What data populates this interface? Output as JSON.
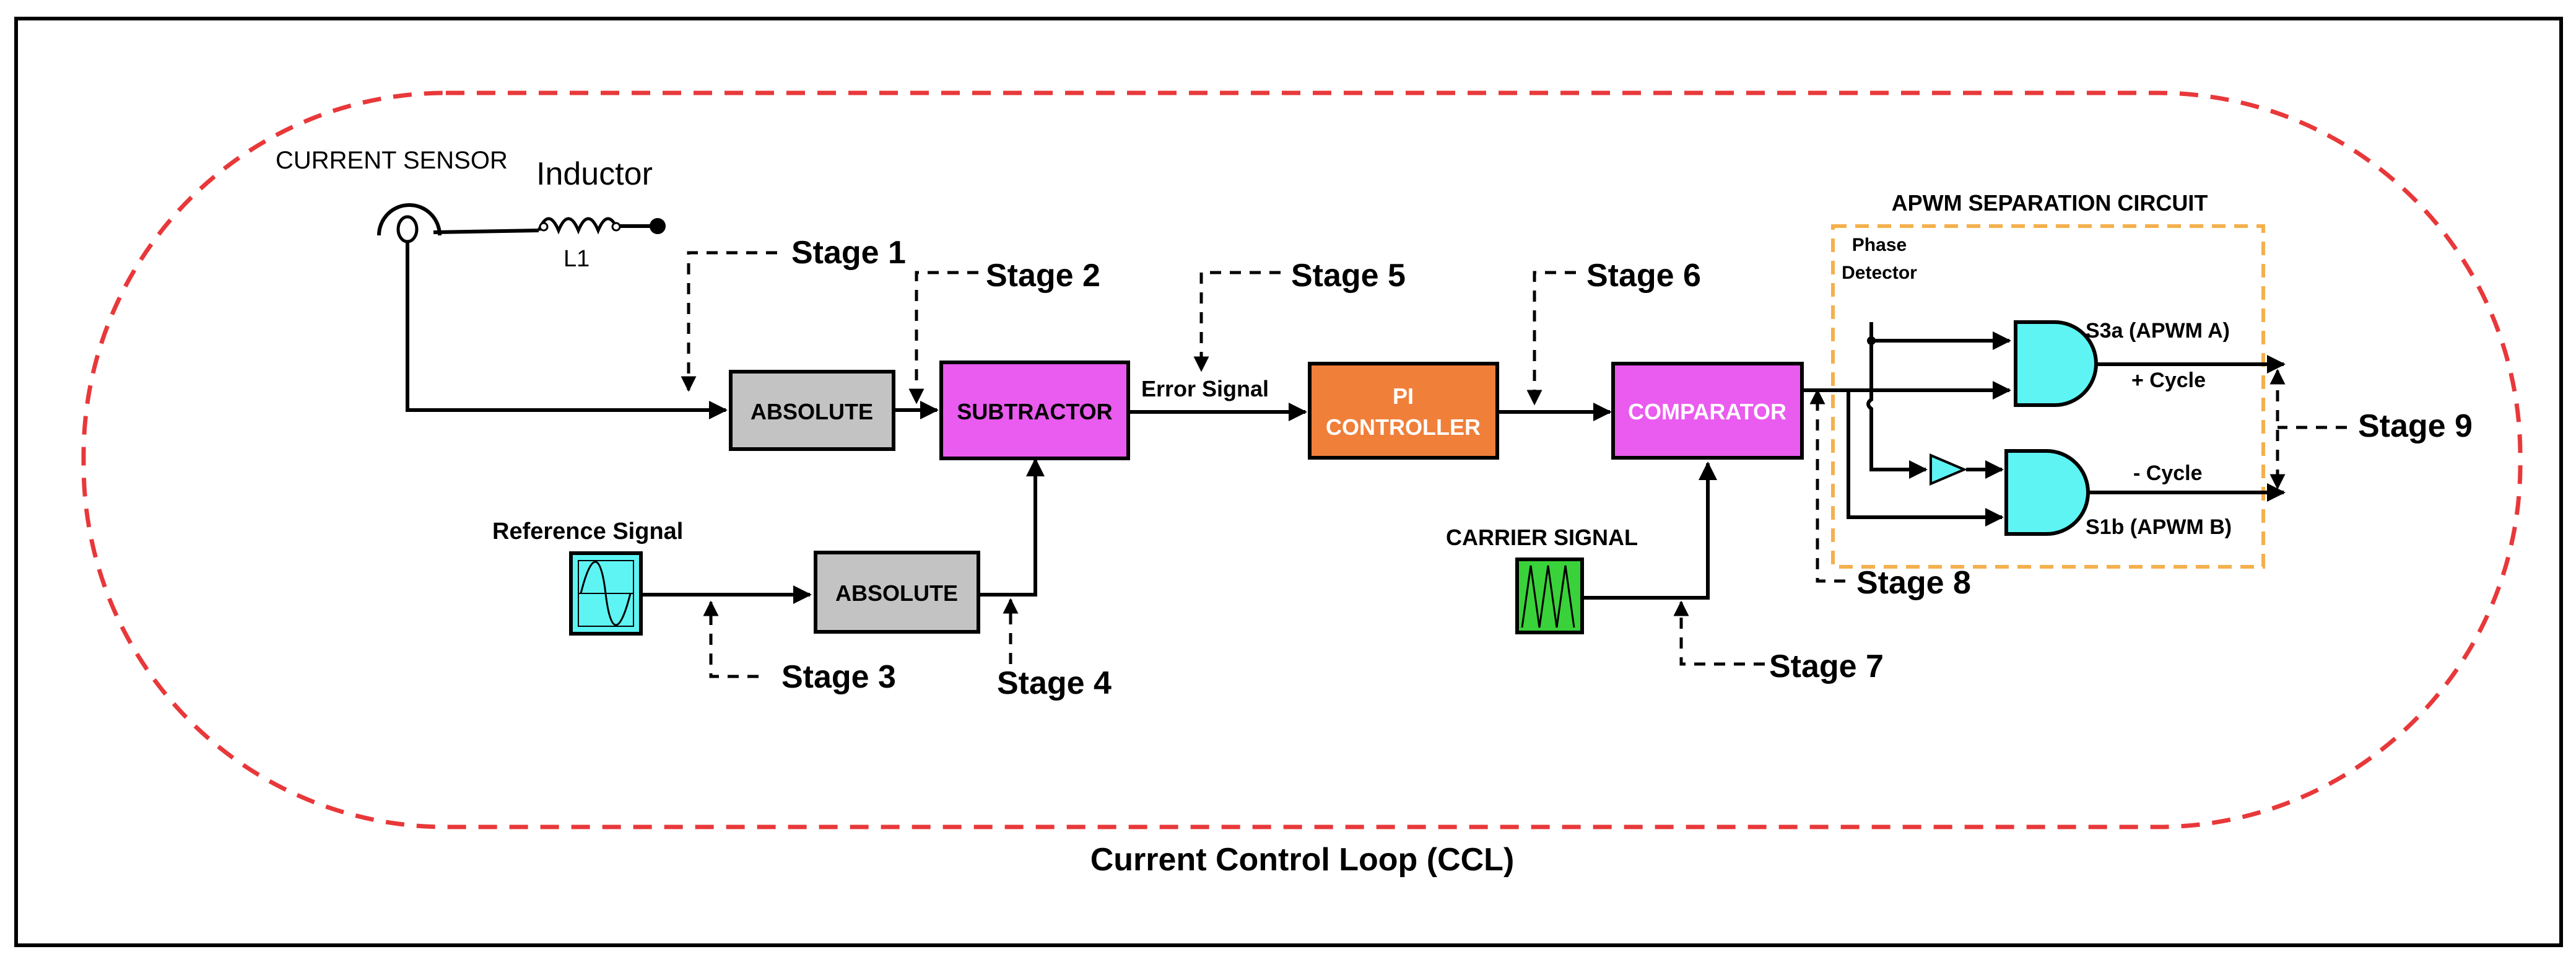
{
  "title": "Current Control Loop (CCL)",
  "colors": {
    "loop_border": "#e8383a",
    "absolute_block": "#c3c3c3",
    "subtractor_block": "#ea5bef",
    "pi_block": "#f07f3a",
    "comparator_block": "#ea5bef",
    "gate_fill": "#5ef4f4",
    "apwm_border": "#f4b04d",
    "reference_icon": "#5ef4f4",
    "carrier_icon": "#3ad23a"
  },
  "sensor": {
    "current_sensor_label": "CURRENT SENSOR",
    "inductor_label": "Inductor",
    "inductor_ref": "L1"
  },
  "blocks": {
    "absolute_1": "ABSOLUTE",
    "absolute_2": "ABSOLUTE",
    "subtractor": "SUBTRACTOR",
    "pi_line1": "PI",
    "pi_line2": "CONTROLLER",
    "comparator": "COMPARATOR"
  },
  "signals": {
    "error_signal": "Error Signal",
    "reference_signal": "Reference Signal",
    "carrier_signal": "CARRIER SIGNAL"
  },
  "apwm": {
    "title": "APWM SEPARATION CIRCUIT",
    "phase_line1": "Phase",
    "phase_line2": "Detector",
    "s3a": "S3a (APWM A)",
    "plus_cycle": "+ Cycle",
    "minus_cycle": "- Cycle",
    "s1b": "S1b (APWM B)"
  },
  "stages": {
    "s1": "Stage 1",
    "s2": "Stage 2",
    "s3": "Stage 3",
    "s4": "Stage 4",
    "s5": "Stage 5",
    "s6": "Stage 6",
    "s7": "Stage 7",
    "s8": "Stage 8",
    "s9": "Stage 9"
  }
}
